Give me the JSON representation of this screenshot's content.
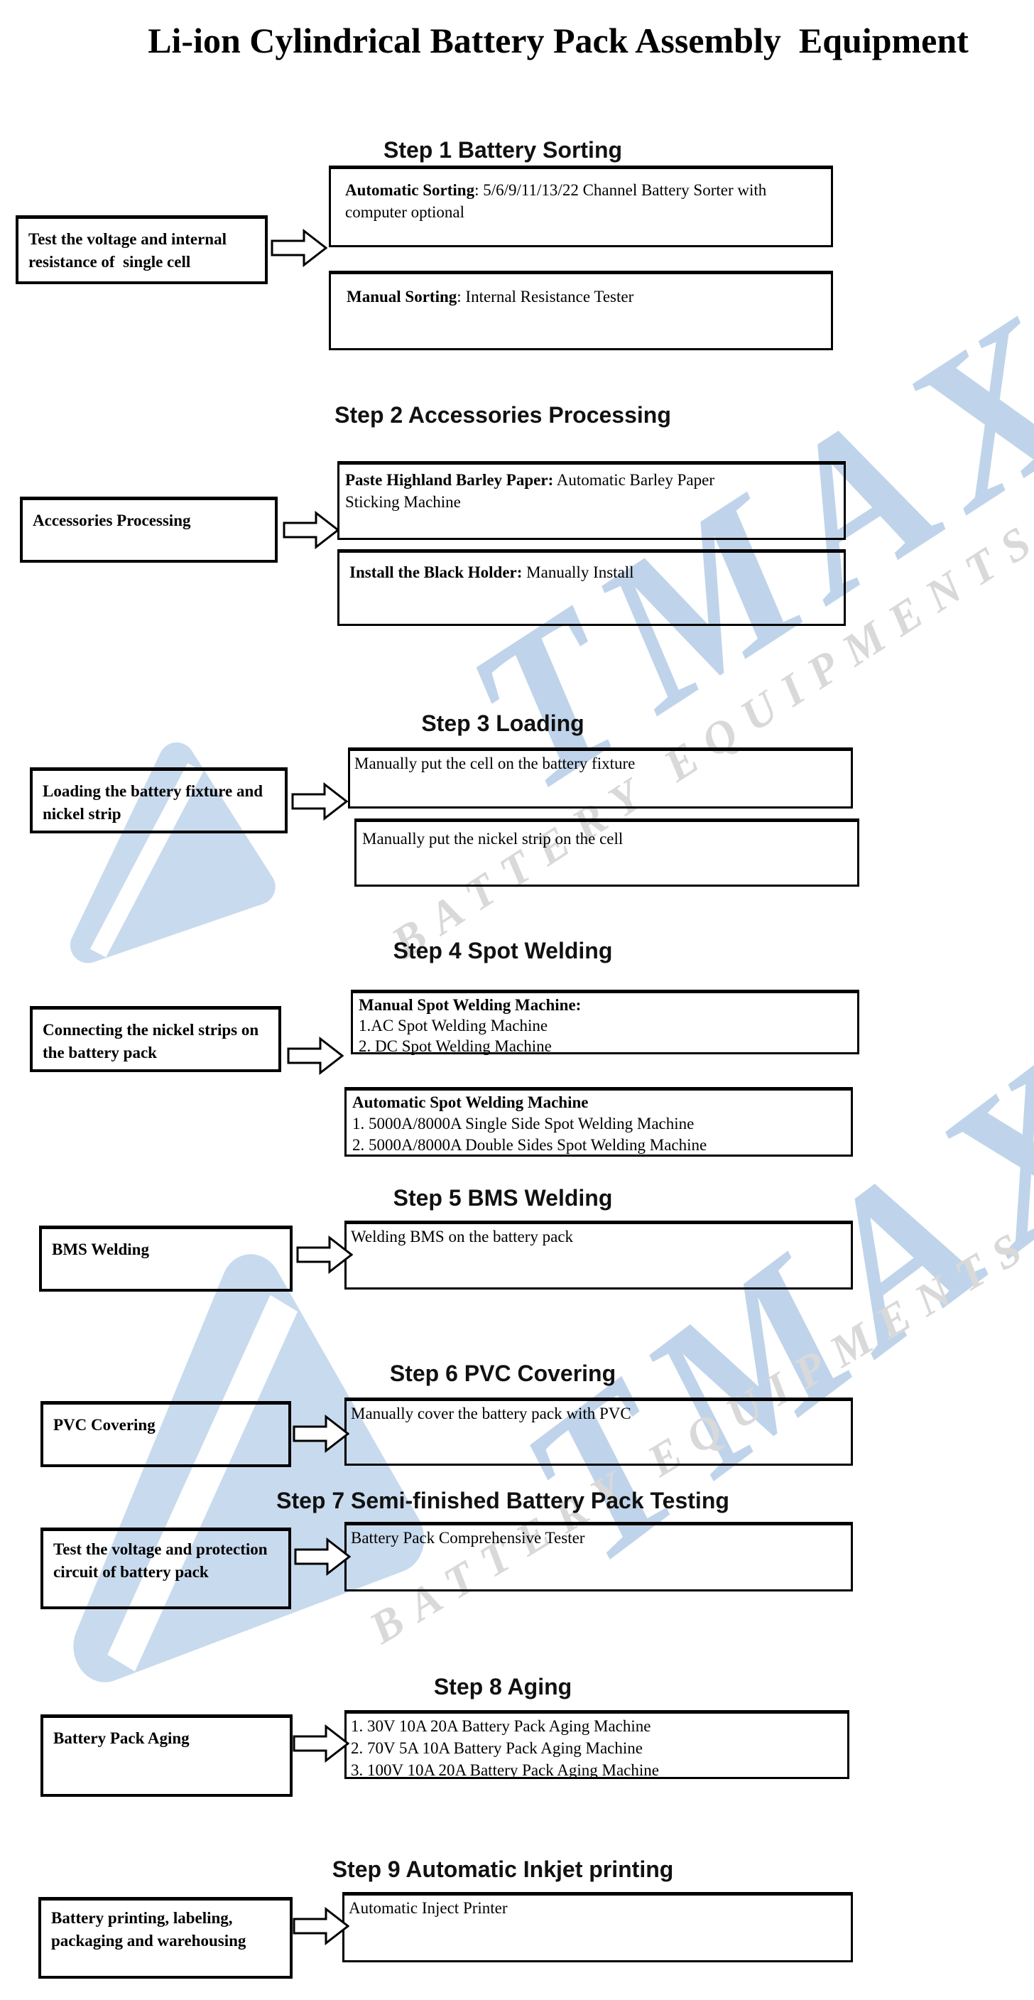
{
  "page": {
    "title": "Li-ion Cylindrical Battery Pack Assembly  Equipment"
  },
  "watermark": {
    "brand": "TMAX",
    "tagline": "BATTERY  EQUIPMENTS",
    "brand_color": "#bfd4ea",
    "tagline_color": "#d9d9d9",
    "triangle_color": "#c8daee"
  },
  "steps": [
    {
      "heading": "Step 1 Battery Sorting",
      "left": "Test the voltage and internal resistance of  single cell",
      "right": [
        {
          "label": "Automatic Sorting",
          "rest": ": 5/6/9/11/13/22 Channel Battery Sorter with computer optional"
        },
        {
          "label": "Manual Sorting",
          "rest": ": Internal Resistance Tester"
        }
      ]
    },
    {
      "heading": "Step 2 Accessories Processing",
      "left": "Accessories Processing",
      "right": [
        {
          "label": "Paste Highland Barley Paper:",
          "rest": " Automatic Barley Paper Sticking Machine"
        },
        {
          "label": "Install the Black Holder:",
          "rest": " Manually Install"
        }
      ]
    },
    {
      "heading": "Step 3 Loading",
      "left": "Loading the battery fixture and nickel strip",
      "right": [
        {
          "rest": "Manually put the cell on the battery fixture"
        },
        {
          "rest": "Manually put the nickel strip on the cell"
        }
      ]
    },
    {
      "heading": "Step 4 Spot Welding",
      "left": "Connecting the nickel strips on the battery pack",
      "right": [
        {
          "label": "Manual Spot Welding Machine:",
          "lines": [
            "1.AC Spot Welding Machine",
            "2. DC Spot Welding Machine"
          ]
        },
        {
          "label": "Automatic Spot Welding Machine",
          "lines": [
            "1. 5000A/8000A Single Side Spot Welding Machine",
            "2. 5000A/8000A Double Sides Spot Welding Machine"
          ]
        }
      ]
    },
    {
      "heading": "Step 5 BMS Welding",
      "left": "BMS Welding",
      "right": [
        {
          "rest": "Welding BMS on the battery pack"
        }
      ]
    },
    {
      "heading": "Step 6 PVC Covering",
      "left": "PVC Covering",
      "right": [
        {
          "rest": "Manually cover the battery pack with PVC"
        }
      ]
    },
    {
      "heading": "Step 7 Semi-finished Battery Pack Testing",
      "left": "Test the voltage and protection circuit of battery pack",
      "right": [
        {
          "rest": "Battery Pack Comprehensive Tester"
        }
      ]
    },
    {
      "heading": "Step 8 Aging",
      "left": "Battery Pack Aging",
      "right": [
        {
          "lines": [
            "1. 30V 10A 20A Battery Pack Aging Machine",
            "2. 70V 5A 10A Battery Pack Aging Machine",
            "3. 100V 10A 20A Battery Pack Aging Machine"
          ]
        }
      ]
    },
    {
      "heading": "Step 9 Automatic Inkjet printing",
      "left": "Battery printing, labeling, packaging and warehousing",
      "right": [
        {
          "rest": "Automatic Inject Printer"
        }
      ]
    }
  ]
}
